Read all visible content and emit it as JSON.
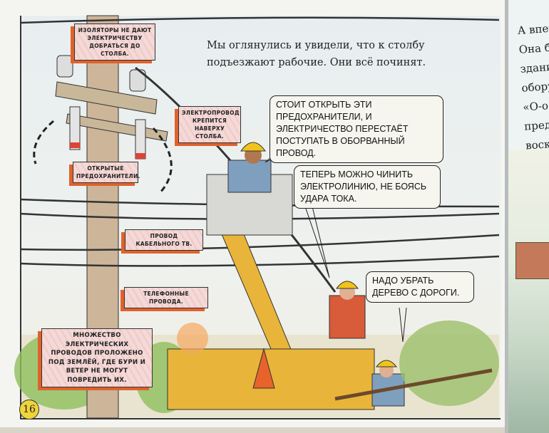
{
  "narration": "Мы оглянулись и увидели, что к столбу подъезжают рабочие. Они всё починят.",
  "labels": {
    "insulators": "Изоляторы не дают электричеству добраться до столба.",
    "power_line": "Электропровод крепится наверху столба.",
    "fuses": "Открытые предохранители.",
    "cable_tv": "Провод кабельного ТВ.",
    "phone_lines": "Телефонные провода.",
    "underground": "Множество электрических проводов проложено под землёй, где бури и ветер не могут повредить их."
  },
  "speech": {
    "worker1": "Стоит открыть эти предохранители, и электричество перестаёт поступать в оборванный провод.",
    "worker2": "Теперь можно чинить электролинию, не боясь удара тока.",
    "worker3": "Надо убрать дерево с дороги."
  },
  "page_number": "16",
  "right_page_fragment": [
    "А впер",
    "Она бы",
    "зданий",
    "оборуд",
    "«О-о, а",
    "предло",
    "воскли"
  ]
}
